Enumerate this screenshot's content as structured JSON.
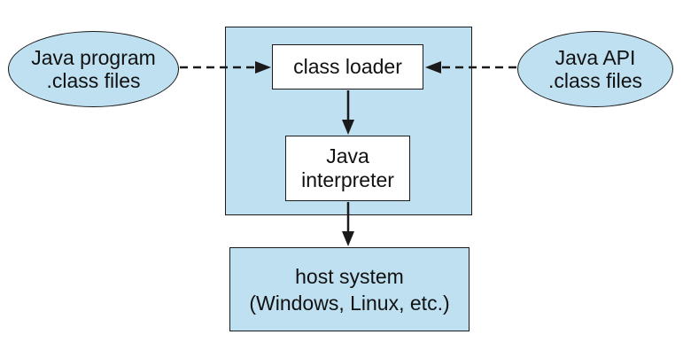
{
  "diagram": {
    "java_program_node": {
      "line1": "Java program",
      "line2": ".class files"
    },
    "java_api_node": {
      "line1": "Java API",
      "line2": ".class files"
    },
    "class_loader_node": {
      "label": "class loader"
    },
    "interpreter_node": {
      "line1": "Java",
      "line2": "interpreter"
    },
    "host_system_node": {
      "line1": "host system",
      "line2": "(Windows, Linux, etc.)"
    },
    "colors": {
      "fill_blue": "#bfe0f1",
      "fill_white": "#ffffff",
      "stroke": "#1a1a1a"
    }
  }
}
